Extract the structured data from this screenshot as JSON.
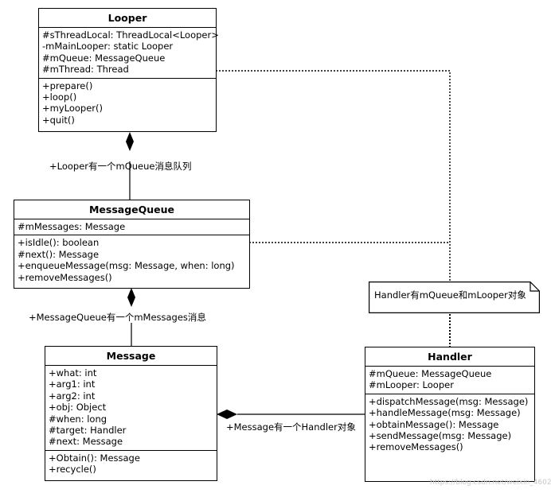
{
  "classes": {
    "looper": {
      "name": "Looper",
      "attributes": [
        "#sThreadLocal: ThreadLocal<Looper>",
        "-mMainLooper: static Looper",
        "#mQueue: MessageQueue",
        "#mThread: Thread"
      ],
      "operations": [
        "+prepare()",
        "+loop()",
        "+myLooper()",
        "+quit()"
      ]
    },
    "message_queue": {
      "name": "MessageQueue",
      "attributes": [
        "#mMessages: Message"
      ],
      "operations": [
        "+isIdle(): boolean",
        "#next(): Message",
        "+enqueueMessage(msg: Message, when: long)",
        "+removeMessages()"
      ]
    },
    "message": {
      "name": "Message",
      "attributes": [
        "+what: int",
        "+arg1: int",
        "+arg2: int",
        "+obj: Object",
        "#when: long",
        "#target: Handler",
        "#next: Message"
      ],
      "operations": [
        "+Obtain(): Message",
        "+recycle()"
      ]
    },
    "handler": {
      "name": "Handler",
      "attributes": [
        "#mQueue: MessageQueue",
        "#mLooper: Looper"
      ],
      "operations": [
        "+dispatchMessage(msg: Message)",
        "+handleMessage(msg: Message)",
        "+obtainMessage(): Message",
        "+sendMessage(msg: Message)",
        "+removeMessages()"
      ]
    }
  },
  "relations": {
    "looper_queue": "+Looper有一个mQueue消息队列",
    "queue_messages": "+MessageQueue有一个mMessages消息",
    "message_handler": "+Message有一个Handler对象"
  },
  "note": "Handler有mQueue和mLooper对象",
  "watermark": "https://blog.csdn.net/weixin_46025829",
  "colors": {
    "line": "#000000",
    "background": "#ffffff",
    "watermark": "#c9c9c9"
  }
}
